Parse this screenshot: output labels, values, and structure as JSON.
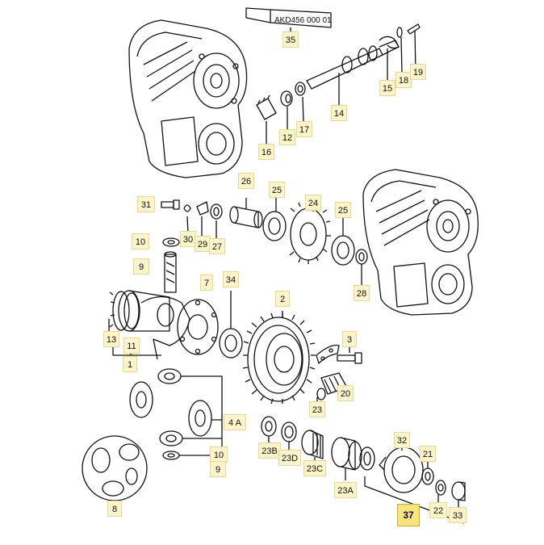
{
  "tube_text": "AKD456 000 01",
  "highlight_color": "#f7e47c",
  "label_color": "#fdf5c9",
  "labels": {
    "l35": "35",
    "l15": "15",
    "l18": "18",
    "l19": "19",
    "l14": "14",
    "l16": "16",
    "l12": "12",
    "l17": "17",
    "l31": "31",
    "l26": "26",
    "l25a": "25",
    "l24": "24",
    "l25b": "25",
    "l30": "30",
    "l29": "29",
    "l27": "27",
    "l28": "28",
    "l10a": "10",
    "l9a": "9",
    "l34": "34",
    "l7": "7",
    "l2": "2",
    "l13": "13",
    "l11": "11",
    "l1": "1",
    "l3": "3",
    "l20": "20",
    "l23": "23",
    "l4a": "4 A",
    "l23b": "23B",
    "l23d": "23D",
    "l23c": "23C",
    "l32": "32",
    "l21": "21",
    "l10b": "10",
    "l9b": "9",
    "l23a": "23A",
    "l8": "8",
    "l22": "22",
    "l33": "33",
    "l37": "37"
  }
}
